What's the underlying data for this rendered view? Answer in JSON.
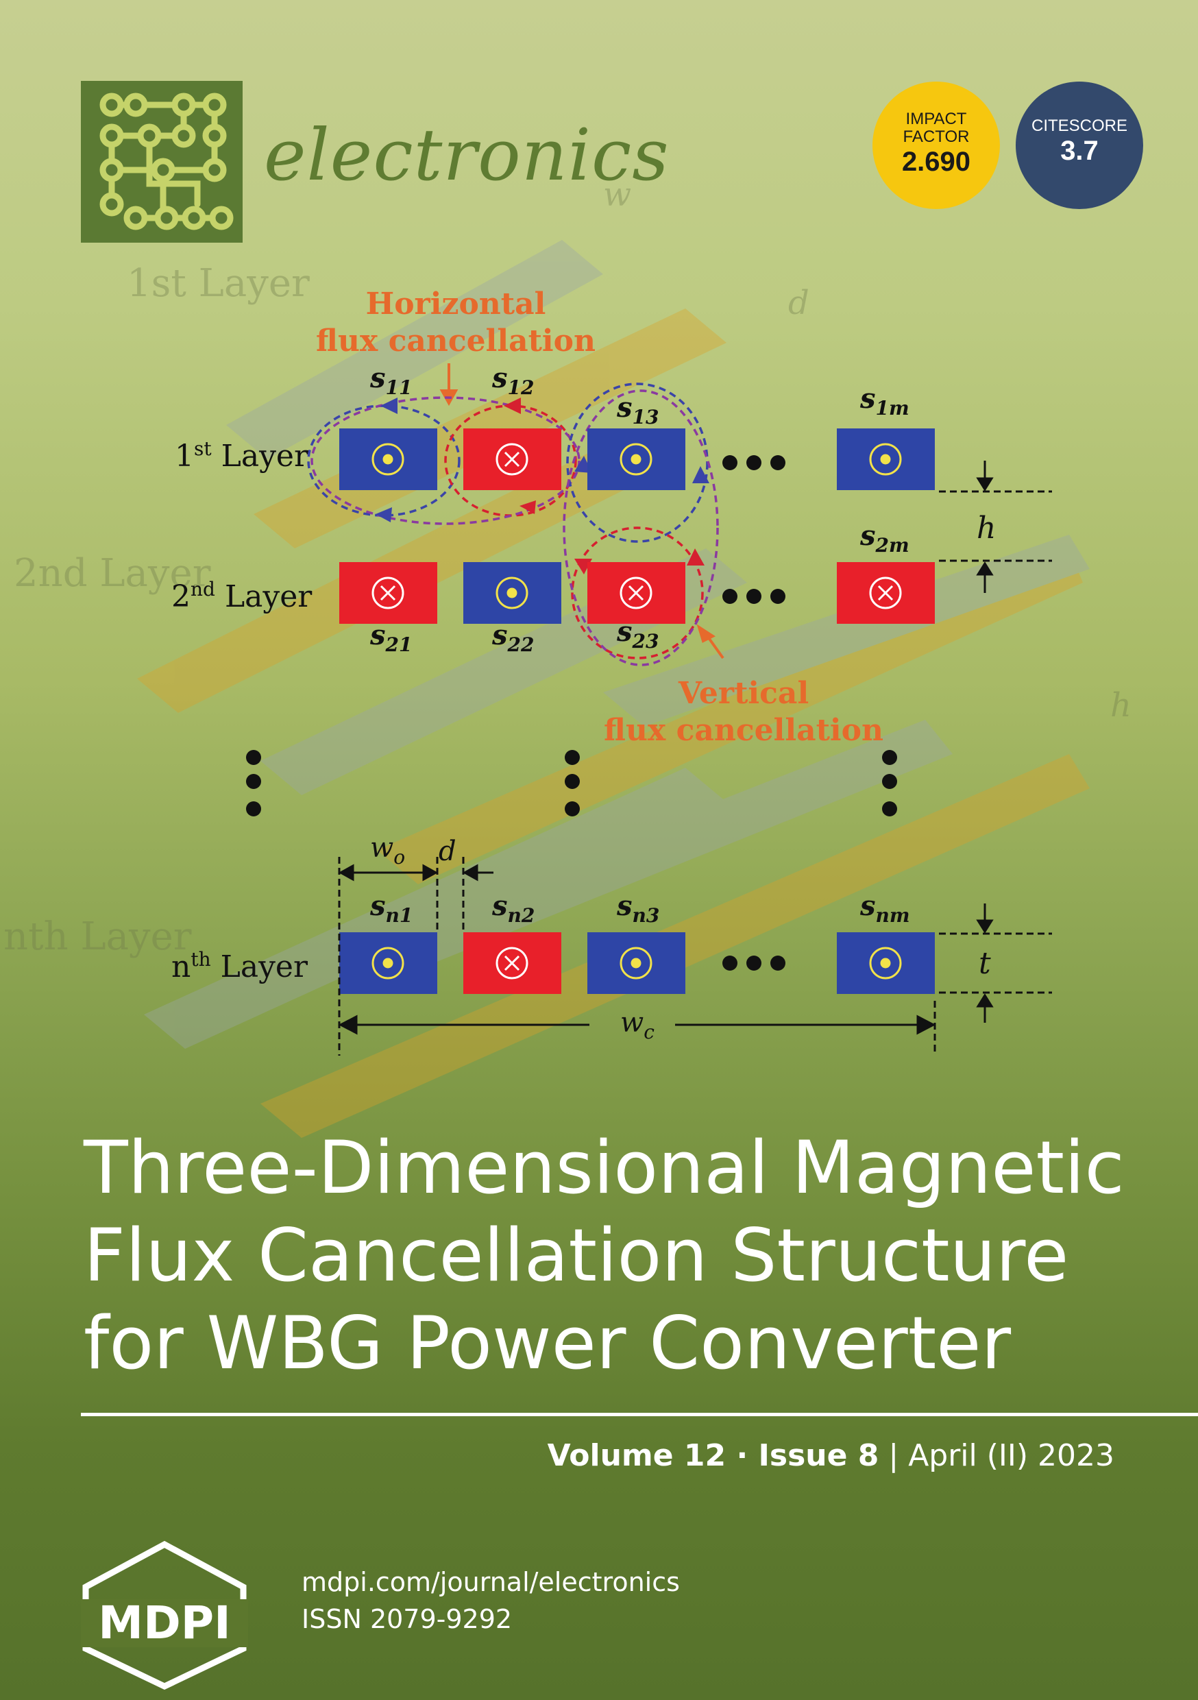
{
  "journal": {
    "name": "electronics"
  },
  "badges": {
    "impact_factor": {
      "label_line1": "IMPACT",
      "label_line2": "FACTOR",
      "value": "2.690",
      "color": "#f6c70f"
    },
    "citescore": {
      "label": "CITESCORE",
      "value": "3.7",
      "color": "#33496c"
    }
  },
  "figure": {
    "bg_labels": {
      "layer1": "1st Layer",
      "layer2": "2nd Layer",
      "layern": "nth Layer",
      "h": "h",
      "w_o": "w",
      "d": "d"
    },
    "annotations": {
      "horizontal_line1": "Horizontal",
      "horizontal_line2": "flux cancellation",
      "vertical_line1": "Vertical",
      "vertical_line2": "flux cancellation"
    },
    "layer_labels": {
      "first": {
        "base": "1",
        "sup": "st",
        "word": " Layer"
      },
      "second": {
        "base": "2",
        "sup": "nd",
        "word": " Layer"
      },
      "nth": {
        "base": "n",
        "sup": "th",
        "word": " Layer"
      }
    },
    "symbols": {
      "s_label": "s",
      "s11": "11",
      "s12": "12",
      "s13": "13",
      "s1m": "1m",
      "s21": "21",
      "s22": "22",
      "s23": "23",
      "s2m": "2m",
      "sn1": "n1",
      "sn2": "n2",
      "sn3": "n3",
      "snm": "nm",
      "h": "h",
      "t": "t",
      "w": "w",
      "wo_sub": "o",
      "wc_sub": "c",
      "d": "d"
    },
    "colors": {
      "out_of_page": "#2e45a6",
      "into_page": "#e8202a",
      "blue_loop": "#3a44a8",
      "red_loop": "#d62030",
      "purple_loop": "#8a3aa0",
      "annotation": "#e66a2c"
    }
  },
  "title": {
    "line1": "Three-Dimensional Magnetic",
    "line2": "Flux Cancellation Structure",
    "line3": "for WBG Power Converter"
  },
  "issue": {
    "volume": "Volume 12",
    "separator": " · ",
    "issue": "Issue 8",
    "divider": " | ",
    "date": "April (II) 2023"
  },
  "publisher": {
    "logo_text": "MDPI",
    "url": "mdpi.com/journal/electronics",
    "issn": "ISSN 2079-9292"
  }
}
